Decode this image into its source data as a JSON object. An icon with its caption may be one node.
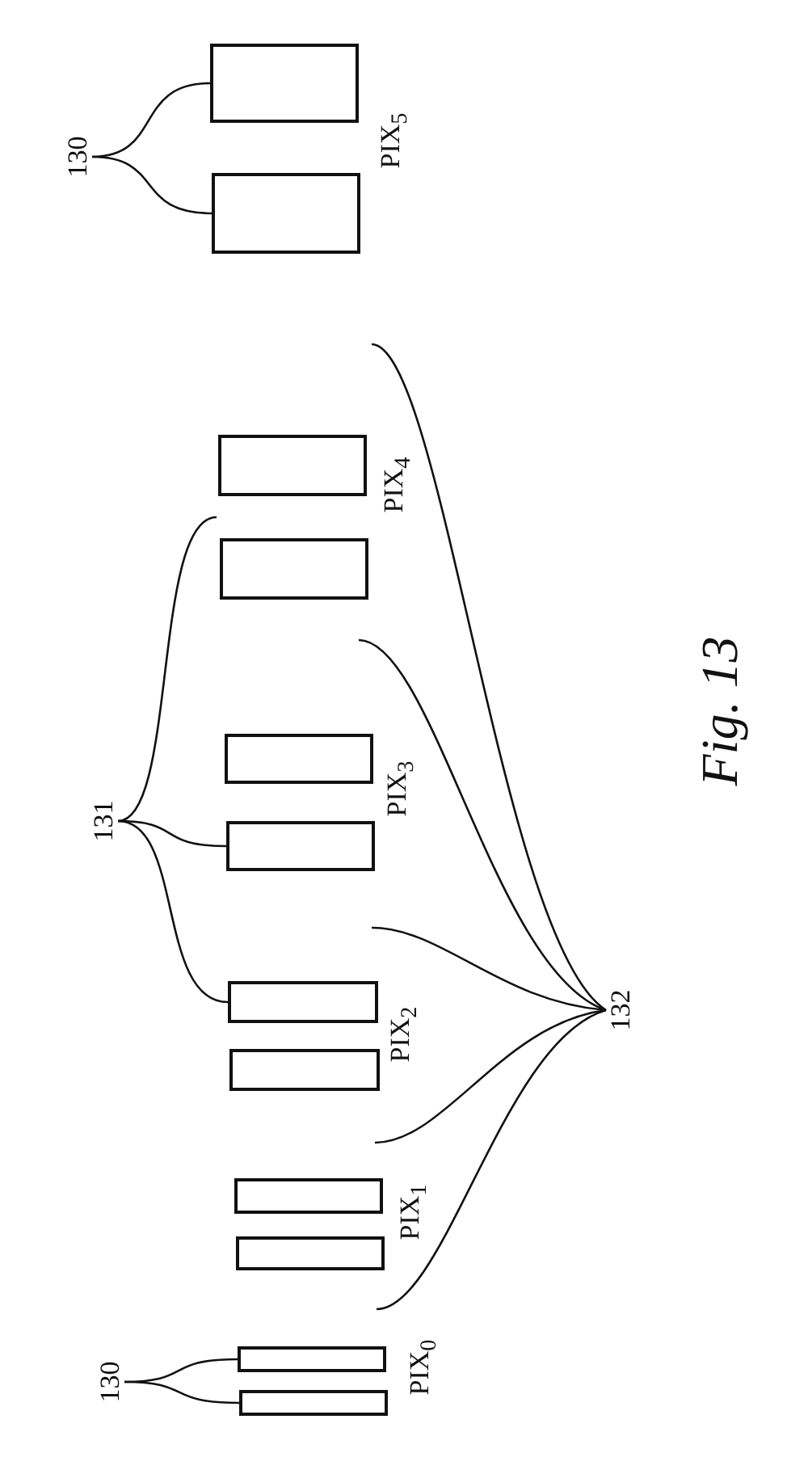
{
  "diagram": {
    "caption": "Fig. 13",
    "nodes": [
      {
        "text": [
          "130"
        ]
      },
      {
        "text": [],
        "shape": "box"
      },
      {
        "text": [],
        "shape": "box"
      },
      {
        "text": [],
        "shape": "box"
      },
      {
        "text": [],
        "shape": "box"
      },
      {
        "text": [
          "131"
        ]
      },
      {
        "text": [],
        "shape": "box"
      },
      {
        "text": [],
        "shape": "box"
      },
      {
        "text": [],
        "shape": "box"
      },
      {
        "text": [],
        "shape": "box"
      },
      {
        "text": [
          "132"
        ]
      },
      {
        "text": [],
        "shape": "box"
      },
      {
        "text": [],
        "shape": "box"
      },
      {
        "text": [
          "130"
        ]
      },
      {
        "text": [],
        "shape": "box"
      },
      {
        "text": [],
        "shape": "box"
      }
    ],
    "edges": [
      {
        "from": 0,
        "to": 1,
        "arrow": "none"
      },
      {
        "from": 0,
        "to": 2,
        "arrow": "none"
      },
      {
        "from": 5,
        "to": null,
        "arrow": "none"
      },
      {
        "from": 5,
        "to": 7,
        "arrow": "none"
      },
      {
        "from": 5,
        "to": 8,
        "arrow": "none"
      },
      {
        "from": 10,
        "to": null,
        "arrow": "none"
      },
      {
        "from": 10,
        "to": null,
        "arrow": "none"
      },
      {
        "from": 10,
        "to": null,
        "arrow": "none"
      },
      {
        "from": 10,
        "to": null,
        "arrow": "none"
      },
      {
        "from": 10,
        "to": null,
        "arrow": "none"
      },
      {
        "from": 13,
        "to": 14,
        "arrow": "none"
      },
      {
        "from": 13,
        "to": 15,
        "arrow": "none"
      }
    ],
    "labels": [
      "PIX$_{5}$",
      "PIX$_{4}$",
      "PIX$_{3}$",
      "PIX$_{2}$",
      "PIX$_{1}$",
      "PIX$_{0}$"
    ]
  }
}
